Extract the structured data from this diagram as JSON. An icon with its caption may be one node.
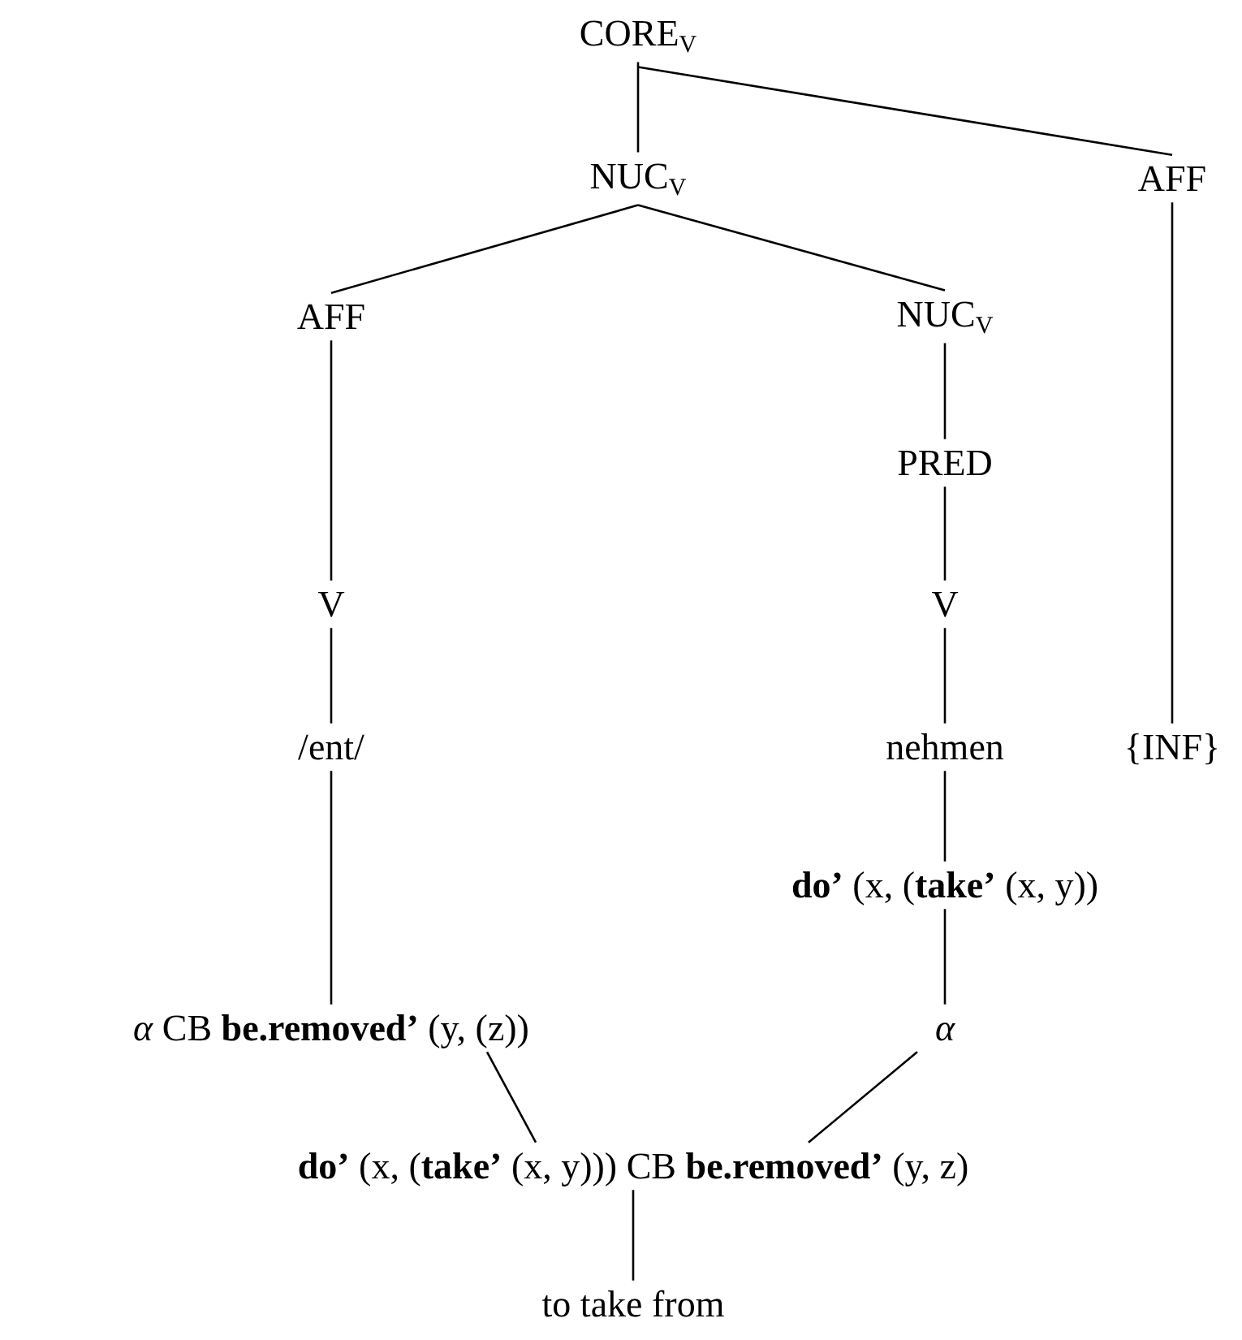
{
  "diagram": {
    "nodes": [
      {
        "text": [
          "CORE$_{V}$"
        ]
      },
      {
        "text": [
          "NUC$_{V}$"
        ]
      },
      {
        "text": [
          "AFF"
        ]
      },
      {
        "text": [
          "AFF"
        ]
      },
      {
        "text": [
          "NUC$_{V}$"
        ]
      },
      {
        "text": [
          "PRED"
        ]
      },
      {
        "text": [
          "V"
        ]
      },
      {
        "text": [
          "V"
        ]
      },
      {
        "text": [
          "/ent/"
        ]
      },
      {
        "text": [
          "nehmen"
        ]
      },
      {
        "text": [
          "{INF}"
        ]
      },
      {
        "text": [
          "**do’** (x, (**take’** (x, y))"
        ]
      },
      {
        "text": [
          "*α* CB **be.removed’** (y, (z))"
        ]
      },
      {
        "text": [
          "*α*"
        ]
      },
      {
        "text": [
          "**do’** (x, (**take’** (x, y))) CB **be.removed’** (y, z)"
        ]
      },
      {
        "text": [
          "to take from"
        ]
      }
    ],
    "edges": [
      {
        "from": 0,
        "to": 1,
        "arrow": "none"
      },
      {
        "from": 0,
        "to": 2,
        "arrow": "none"
      },
      {
        "from": 1,
        "to": 3,
        "arrow": "none"
      },
      {
        "from": 1,
        "to": 4,
        "arrow": "none"
      },
      {
        "from": 3,
        "to": 6,
        "arrow": "none"
      },
      {
        "from": 4,
        "to": 5,
        "arrow": "none"
      },
      {
        "from": 5,
        "to": 7,
        "arrow": "none"
      },
      {
        "from": 2,
        "to": 10,
        "arrow": "none"
      },
      {
        "from": 6,
        "to": 8,
        "arrow": "none"
      },
      {
        "from": 7,
        "to": 9,
        "arrow": "none"
      },
      {
        "from": 8,
        "to": 12,
        "arrow": "none"
      },
      {
        "from": 9,
        "to": 11,
        "arrow": "none"
      },
      {
        "from": 11,
        "to": 13,
        "arrow": "none"
      },
      {
        "from": 12,
        "to": 14,
        "arrow": "none"
      },
      {
        "from": 13,
        "to": 14,
        "arrow": "none"
      },
      {
        "from": 14,
        "to": 15,
        "arrow": "none"
      }
    ]
  }
}
